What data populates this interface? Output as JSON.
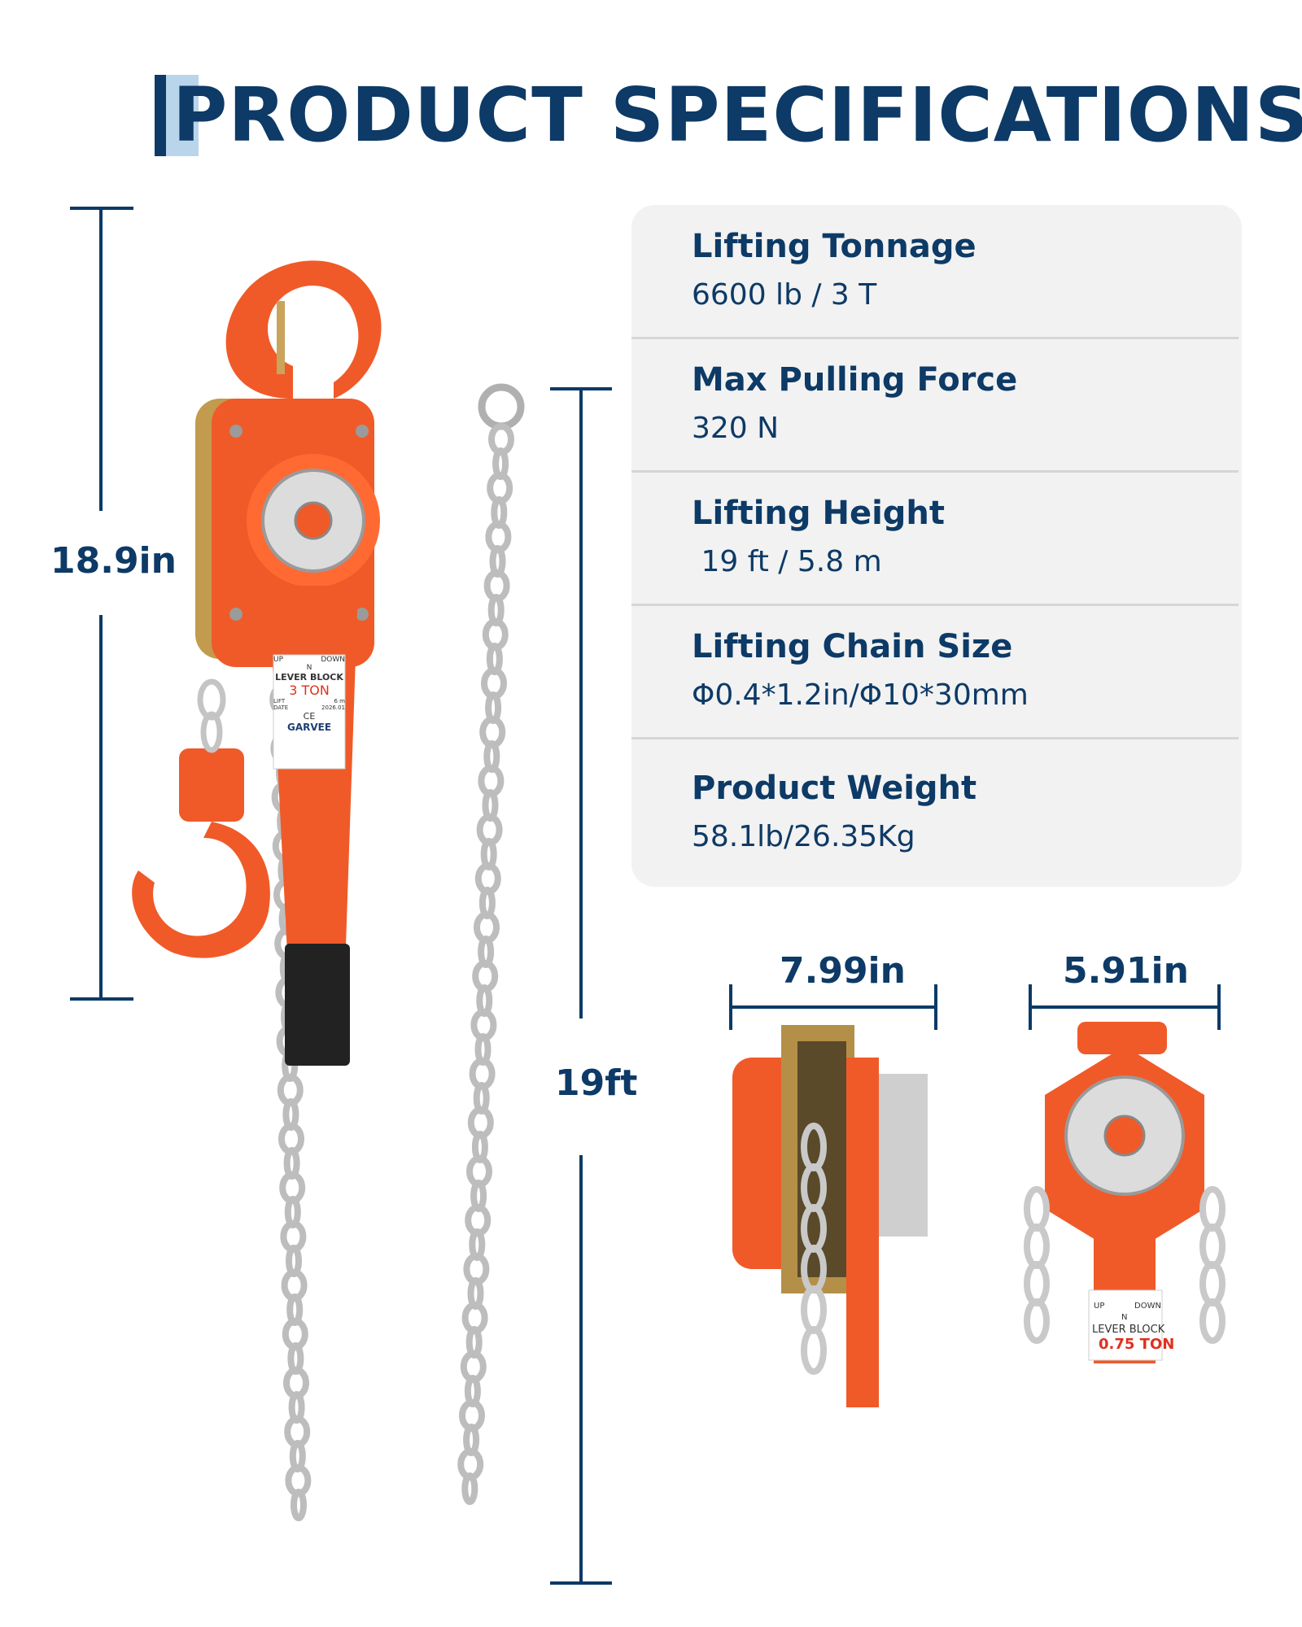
{
  "title": "PRODUCT SPECIFICATIONS",
  "dimensions": {
    "height": "18.9in",
    "chain_length": "19ft",
    "side_width": "7.99in",
    "front_width": "5.91in"
  },
  "specs": [
    {
      "label": "Lifting Tonnage",
      "value": "6600 lb / 3 T"
    },
    {
      "label": "Max Pulling Force",
      "value": "320 N"
    },
    {
      "label": "Lifting Height",
      "value": " 19 ft / 5.8 m"
    },
    {
      "label": "Lifting Chain Size",
      "value": "Φ0.4*1.2in/Φ10*30mm"
    },
    {
      "label": "Product Weight",
      "value": "58.1lb/26.35Kg"
    }
  ],
  "product_label": {
    "up": "UP",
    "down": "DOWN",
    "neutral": "N",
    "model": "LEVER BLOCK",
    "capacity": "3",
    "unit": "TON",
    "lift": "LIFT",
    "lift_value": "6 m",
    "date": "DATE",
    "date_value": "2026.01",
    "ce": "CE",
    "brand": "GARVEE"
  },
  "front_label": {
    "up": "UP",
    "down": "DOWN",
    "neutral": "N",
    "model": "LEVER BLOCK",
    "capacity": "0.75 TON"
  },
  "colors": {
    "navy": "#0d3a66",
    "accent_light": "#b9d5ec",
    "product_orange": "#f05a28",
    "card_bg": "#f2f2f2",
    "chain_silver": "#c9c9c9"
  }
}
